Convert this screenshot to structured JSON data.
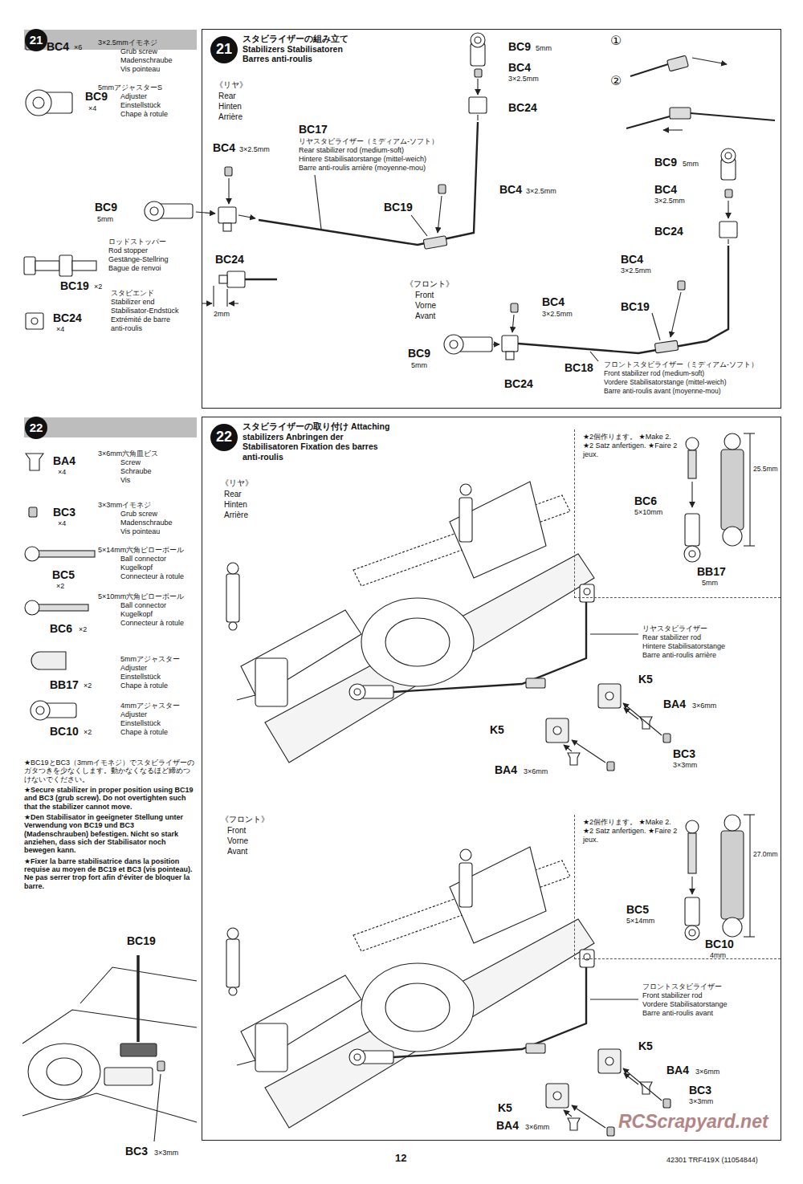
{
  "diagram": {
    "nodes": [
      {
        "text": [
          "21"
        ]
      },
      {
        "text": [
          "スタビライザーの組み立て Stabilizers Stabilisatoren Barres anti-roulis"
        ]
      },
      {
        "text": [
          "21"
        ],
        "in": 1
      },
      {
        "text": [
          "22"
        ]
      },
      {
        "text": [
          "スタビライザーの取り付け Attaching stabilizers Anbringen der Stabilisatoren Fixation des barres anti-roulis"
        ]
      },
      {
        "text": [
          "22"
        ],
        "in": 4
      },
      {
        "text": [
          "★2個作ります。 ★Make 2. ★2 Satz anfertigen. ★Faire 2 jeux."
        ],
        "in": 4
      },
      {
        "text": [
          "★2個作ります。 ★Make 2. ★2 Satz anfertigen. ★Faire 2 jeux."
        ],
        "in": 4
      }
    ],
    "labels": [
      "BC4",
      "×6",
      "3×2.5mmイモネジ",
      "Grub screw",
      "Madenschraube",
      "Vis pointeau",
      "BC9",
      "×4",
      "5mmアジャスターS",
      "Adjuster",
      "Einstellstück",
      "Chape à rotule",
      "ロッドストッパー",
      "Rod stopper",
      "Gestänge-Stellring",
      "Bague de renvoi",
      "BC19",
      "×2",
      "スタビエンド",
      "Stabilizer end",
      "Stabilisator-Endstück",
      "Extrémité de barre",
      "anti-roulis",
      "BC24",
      "×4",
      "《リヤ》",
      "Rear",
      "Hinten",
      "Arrière",
      "BC17",
      "リヤスタビライザー（ミディアム-ソフト）",
      "Rear stabilizer rod (medium-soft)",
      "Hintere Stabilisatorstange (mittel-weich)",
      "Barre anti-roulis arrière (moyenne-mou)",
      "BC4",
      "3×2.5mm",
      "BC9",
      "5mm",
      "BC24",
      "2mm",
      "BC19",
      "BC4",
      "3×2.5mm",
      "BC9",
      "5mm",
      "BC4",
      "3×2.5mm",
      "BC24",
      "①",
      "②",
      "BC9",
      "5mm",
      "BC4",
      "3×2.5mm",
      "BC24",
      "BC4",
      "3×2.5mm",
      "BC19",
      "《フロント》",
      "Front",
      "Vorne",
      "Avant",
      "BC4",
      "3×2.5mm",
      "BC9",
      "5mm",
      "BC24",
      "BC18",
      "フロントスタビライザー（ミディアム-ソフト）",
      "Front stabilizer rod (medium-soft)",
      "Vordere Stabilisatorstange (mittel-weich)",
      "Barre anti-roulis avant (moyenne-mou)",
      "BA4",
      "×4",
      "3×6mm六角皿ビス",
      "Screw",
      "Schraube",
      "Vis",
      "BC3",
      "×4",
      "3×3mmイモネジ",
      "Grub screw",
      "Madenschraube",
      "Vis pointeau",
      "BC5",
      "×2",
      "5×14mm六角ピローボール",
      "Ball connector",
      "Kugelkopf",
      "Connecteur à rotule",
      "BC6",
      "×2",
      "5×10mm六角ピローボール",
      "Ball connector",
      "Kugelkopf",
      "Connecteur à rotule",
      "BB17",
      "×2",
      "5mmアジャスター",
      "Adjuster",
      "Einstellstück",
      "Chape à rotule",
      "BC10",
      "×2",
      "4mmアジャスター",
      "Adjuster",
      "Einstellstück",
      "Chape à rotule",
      "★BC19とBC3（3mmイモネジ）でスタビライザーのガタつきを少なくします。動かなくなるほど締めつけないでください。",
      "★Secure stabilizer in proper position using BC19 and BC3 (grub screw). Do not overtighten such that the stabilizer cannot move.",
      "★Den Stabilisator in geeigneter Stellung unter Verwendung von BC19 und BC3 (Madenschrauben) befestigen. Nicht so stark anziehen, dass sich der Stabilisator noch bewegen kann.",
      "★Fixer la barre stabilisatrice dans la position requise au moyen de BC19 et BC3 (vis pointeau). Ne pas serrer trop fort afin d'éviter de bloquer la barre.",
      "BC19",
      "BC3",
      "3×3mm",
      "《リヤ》",
      "Rear",
      "Hinten",
      "Arrière",
      "BC6",
      "5×10mm",
      "25.5mm",
      "BB17",
      "5mm",
      "リヤスタビライザー",
      "Rear stabilizer rod",
      "Hintere Stabilisatorstange",
      "Barre anti-roulis arrière",
      "K5",
      "BA4",
      "3×6mm",
      "K5",
      "BC3",
      "3×3mm",
      "BA4",
      "3×6mm",
      "《フロント》",
      "Front",
      "Vorne",
      "Avant",
      "BC5",
      "5×14mm",
      "27.0mm",
      "BC10",
      "4mm",
      "フロントスタビライザー",
      "Front stabilizer rod",
      "Vordere Stabilisatorstange",
      "Barre anti-roulis avant",
      "K5",
      "BA4",
      "3×6mm",
      "K5",
      "BC3",
      "3×3mm",
      "BA4",
      "3×6mm",
      "12",
      "42301 TRF419X (11054844)",
      "RCScrapyard.net"
    ]
  }
}
